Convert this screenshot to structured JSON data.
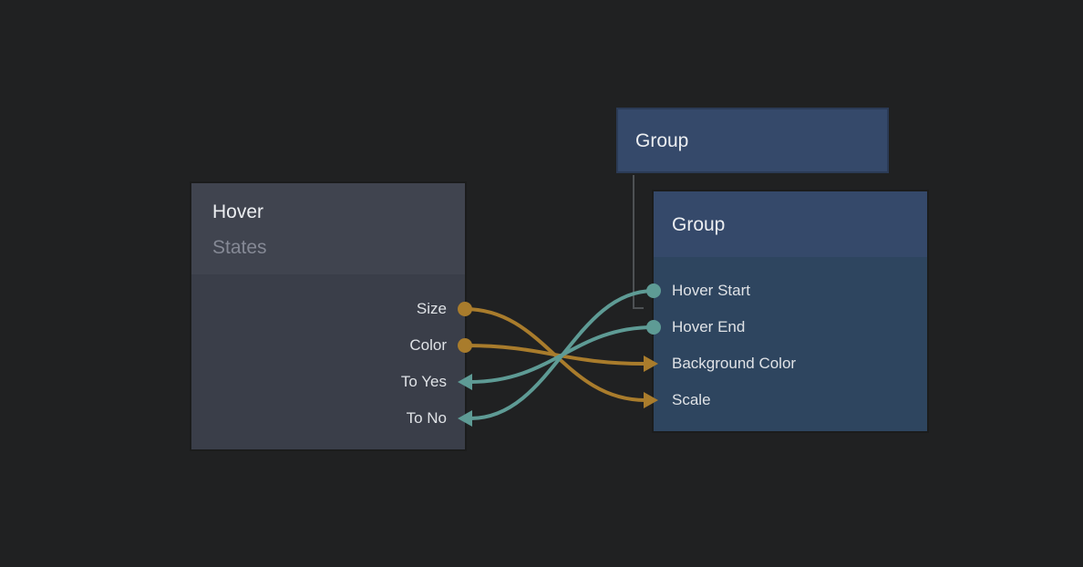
{
  "colors": {
    "background": "#202122",
    "teal": "#5e9b95",
    "gold": "#a97c2c",
    "connector_line": "#4e5154",
    "node_gray_header": "#40444f",
    "node_gray_body": "#3a3e49",
    "node_blue_header": "#35496a",
    "node_blue_body": "#2e455f"
  },
  "nodes": {
    "hover": {
      "title": "Hover",
      "subtitle": "States",
      "ports": [
        {
          "label": "Size",
          "connector": "dot",
          "color": "gold",
          "side": "right"
        },
        {
          "label": "Color",
          "connector": "dot",
          "color": "gold",
          "side": "right"
        },
        {
          "label": "To Yes",
          "connector": "arrow",
          "color": "teal",
          "side": "right"
        },
        {
          "label": "To No",
          "connector": "arrow",
          "color": "teal",
          "side": "right"
        }
      ]
    },
    "group_top": {
      "title": "Group"
    },
    "group": {
      "title": "Group",
      "ports": [
        {
          "label": "Hover Start",
          "connector": "dot",
          "color": "teal",
          "side": "left"
        },
        {
          "label": "Hover End",
          "connector": "dot",
          "color": "teal",
          "side": "left"
        },
        {
          "label": "Background Color",
          "connector": "arrow",
          "color": "gold",
          "side": "left"
        },
        {
          "label": "Scale",
          "connector": "arrow",
          "color": "gold",
          "side": "left"
        }
      ]
    }
  },
  "connections": [
    {
      "from": "Hover.Size",
      "to": "Group.Scale",
      "color": "gold"
    },
    {
      "from": "Hover.Color",
      "to": "Group.Background Color",
      "color": "gold"
    },
    {
      "from": "Group.Hover Start",
      "to": "Hover.To No",
      "color": "teal"
    },
    {
      "from": "Group.Hover End",
      "to": "Hover.To Yes",
      "color": "teal"
    },
    {
      "from": "Group (collapsed)",
      "to": "Group",
      "color": "gray",
      "type": "hierarchy"
    }
  ]
}
